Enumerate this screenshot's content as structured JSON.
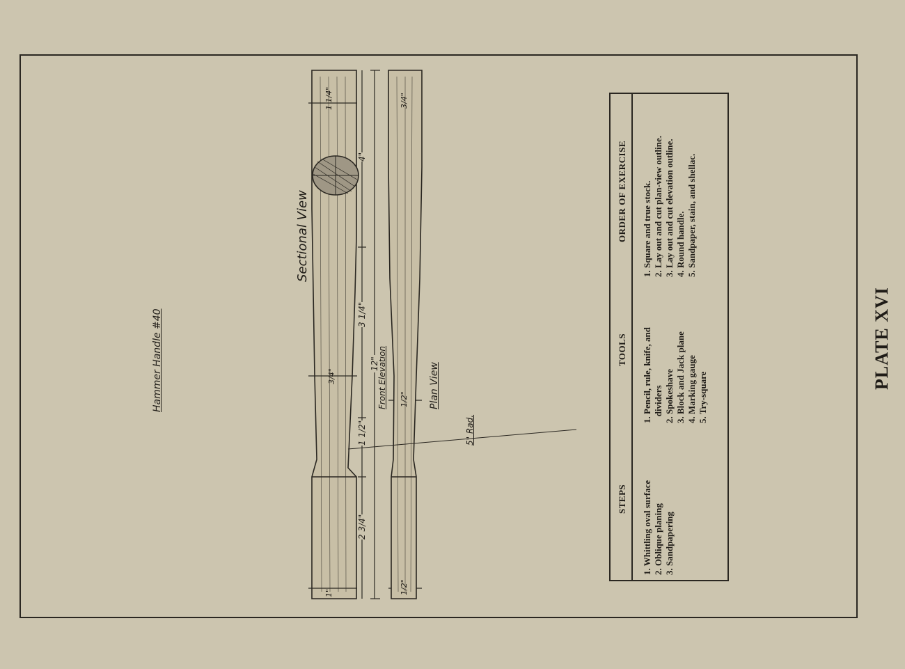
{
  "drawing": {
    "title": "Hammer Handle #40",
    "views": {
      "sectional": "Sectional View",
      "front": "Front Elevation",
      "plan": "Plan View"
    },
    "radius_note": "5\" Rad.",
    "dimensions": {
      "overall": "12\"",
      "seg_a": "4\"",
      "seg_b": "3 1/4\"",
      "seg_c": "1 1/2\"",
      "seg_d": "2 3/4\"",
      "front_head": "1 1/4\"",
      "front_mid": "3/4\"",
      "front_end": "1\"",
      "plan_head": "3/4\"",
      "plan_mid": "1/2\"",
      "plan_end": "1/2\""
    }
  },
  "table": {
    "headers": [
      "STEPS",
      "TOOLS",
      "ORDER OF EXERCISE"
    ],
    "steps": [
      "1. Whittling oval surface",
      "2. Oblique planing",
      "3. Sandpapering"
    ],
    "tools": [
      "1. Pencil, rule, knife, and",
      "   dividers",
      "2. Spokeshave",
      "3. Block and Jack plane",
      "4. Marking gauge",
      "5. Try-square"
    ],
    "order": [
      "1. Square and true stock.",
      "2. Lay out and cut plan-view outline.",
      "3. Lay out and cut elevation outline.",
      "4. Round handle.",
      "5. Sandpaper, stain, and shellac."
    ]
  },
  "plate_label": "PLATE XVI"
}
